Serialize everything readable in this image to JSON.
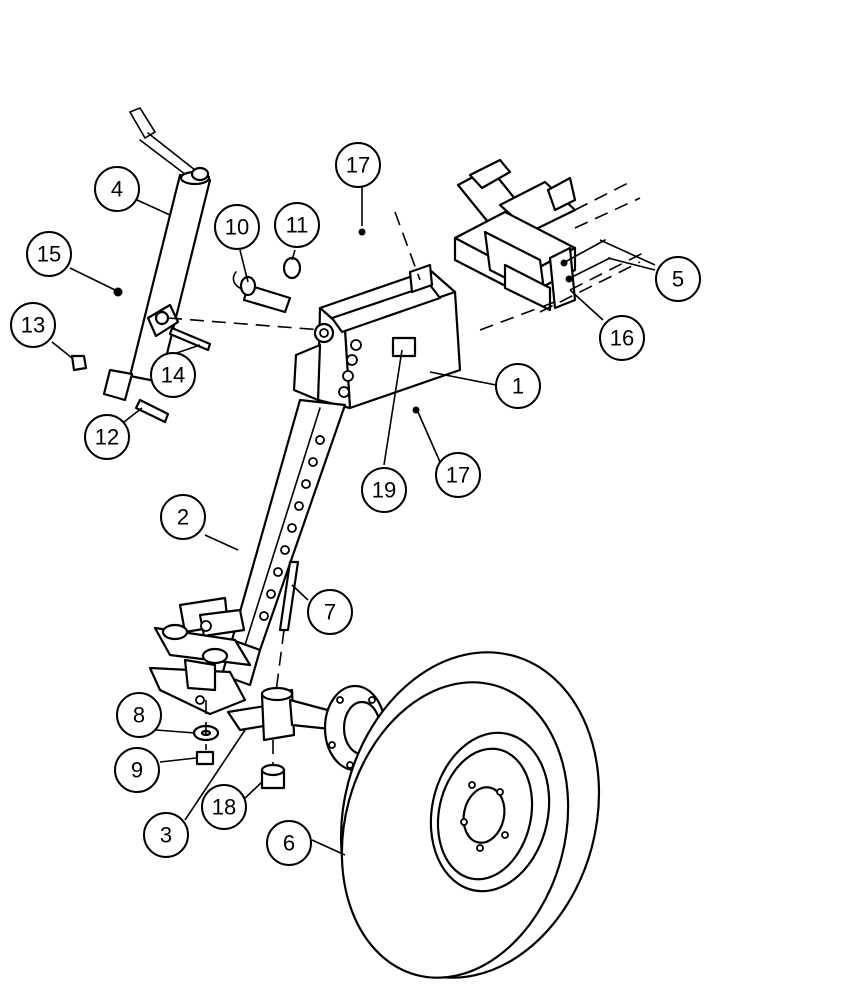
{
  "callouts": [
    {
      "id": "c1",
      "label": "1"
    },
    {
      "id": "c2",
      "label": "2"
    },
    {
      "id": "c3",
      "label": "3"
    },
    {
      "id": "c4",
      "label": "4"
    },
    {
      "id": "c5",
      "label": "5"
    },
    {
      "id": "c6",
      "label": "6"
    },
    {
      "id": "c7",
      "label": "7"
    },
    {
      "id": "c8",
      "label": "8"
    },
    {
      "id": "c9",
      "label": "9"
    },
    {
      "id": "c10",
      "label": "10"
    },
    {
      "id": "c11",
      "label": "11"
    },
    {
      "id": "c12",
      "label": "12"
    },
    {
      "id": "c13",
      "label": "13"
    },
    {
      "id": "c14",
      "label": "14"
    },
    {
      "id": "c15",
      "label": "15"
    },
    {
      "id": "c16",
      "label": "16"
    },
    {
      "id": "c17a",
      "label": "17"
    },
    {
      "id": "c17b",
      "label": "17"
    },
    {
      "id": "c18",
      "label": "18"
    },
    {
      "id": "c19",
      "label": "19"
    }
  ]
}
